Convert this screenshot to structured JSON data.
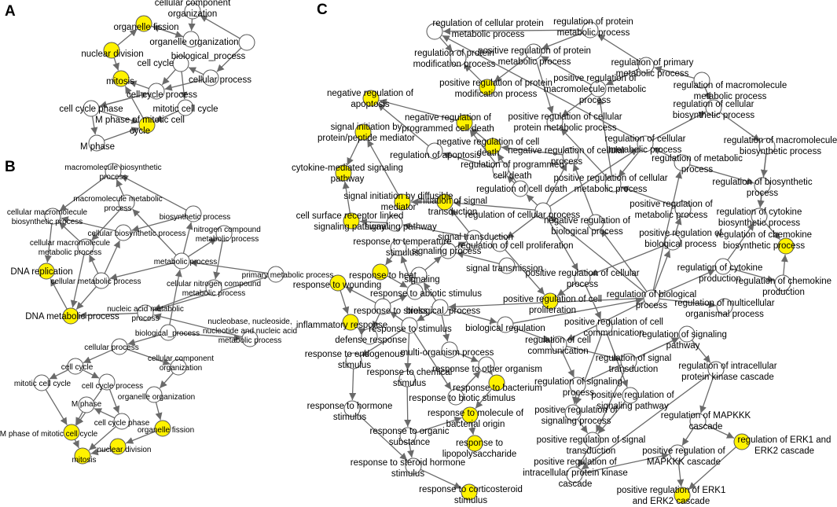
{
  "colors": {
    "highlight": "#FFF200",
    "plain": "#FFFFFF",
    "edge": "#6A6A6A"
  },
  "panels": [
    {
      "letter": "A",
      "nodes": [
        {
          "id": "a1",
          "label": [
            "organelle fission"
          ],
          "hl": true
        },
        {
          "id": "a2",
          "label": [
            "cellular component",
            "organization"
          ],
          "hl": false
        },
        {
          "id": "a3",
          "label": [
            "organelle organization"
          ],
          "hl": false
        },
        {
          "id": "a4",
          "label": [
            "nuclear division"
          ],
          "hl": true
        },
        {
          "id": "a5",
          "label": [
            "biological_process"
          ],
          "hl": false
        },
        {
          "id": "a6",
          "label": [
            "cell cycle"
          ],
          "hl": false
        },
        {
          "id": "a7",
          "label": [
            "mitosis"
          ],
          "hl": true
        },
        {
          "id": "a8",
          "label": [
            "cellular process"
          ],
          "hl": false
        },
        {
          "id": "a9",
          "label": [
            "cell cycle process"
          ],
          "hl": false
        },
        {
          "id": "a10",
          "label": [
            "cell cycle phase"
          ],
          "hl": false
        },
        {
          "id": "a11",
          "label": [
            "mitotic cell cycle"
          ],
          "hl": false
        },
        {
          "id": "a12",
          "label": [
            "M phase of mitotic cell",
            "cycle"
          ],
          "hl": true
        },
        {
          "id": "a13",
          "label": [
            "M phase"
          ],
          "hl": false
        }
      ]
    },
    {
      "letter": "B",
      "nodes": [
        {
          "id": "b1",
          "label": [
            "macromolecule biosynthetic",
            "process"
          ],
          "hl": false
        },
        {
          "id": "b2",
          "label": [
            "macromolecule metabolic",
            "process"
          ],
          "hl": false
        },
        {
          "id": "b3",
          "label": [
            "cellular macromolecule",
            "biosynthetic process"
          ],
          "hl": false
        },
        {
          "id": "b4",
          "label": [
            "biosynthetic process"
          ],
          "hl": false
        },
        {
          "id": "b5",
          "label": [
            "cellular biosynthetic process"
          ],
          "hl": false
        },
        {
          "id": "b6",
          "label": [
            "nitrogen compound",
            "metabolic process"
          ],
          "hl": false
        },
        {
          "id": "b7",
          "label": [
            "cellular macromolecule",
            "metabolic process"
          ],
          "hl": false
        },
        {
          "id": "b8",
          "label": [
            "metabolic process"
          ],
          "hl": false
        },
        {
          "id": "b9",
          "label": [
            "DNA replication"
          ],
          "hl": true
        },
        {
          "id": "b10",
          "label": [
            "primary metabolic  process"
          ],
          "hl": false
        },
        {
          "id": "b11",
          "label": [
            "cellular metabolic process"
          ],
          "hl": false
        },
        {
          "id": "b12",
          "label": [
            "cellular nitrogen compound",
            "metabolic process"
          ],
          "hl": false
        },
        {
          "id": "b13",
          "label": [
            "DNA metabolic process"
          ],
          "hl": true
        },
        {
          "id": "b14",
          "label": [
            "nucleic acid metabolic",
            "process"
          ],
          "hl": false
        },
        {
          "id": "b15",
          "label": [
            "biological_process"
          ],
          "hl": false
        },
        {
          "id": "b16",
          "label": [
            "nucleobase, nucleoside,",
            "nucleotide and nucleic acid",
            "metabolic process"
          ],
          "hl": false
        },
        {
          "id": "b17",
          "label": [
            "cellular process"
          ],
          "hl": false
        },
        {
          "id": "b18",
          "label": [
            "cell cycle"
          ],
          "hl": false
        },
        {
          "id": "b19",
          "label": [
            "cellular component",
            "organization"
          ],
          "hl": false
        },
        {
          "id": "b20",
          "label": [
            "mitotic cell cycle"
          ],
          "hl": false
        },
        {
          "id": "b21",
          "label": [
            "cell cycle process"
          ],
          "hl": false
        },
        {
          "id": "b22",
          "label": [
            "organelle organization"
          ],
          "hl": false
        },
        {
          "id": "b23",
          "label": [
            "M phase"
          ],
          "hl": false
        },
        {
          "id": "b24",
          "label": [
            "cell cycle phase"
          ],
          "hl": false
        },
        {
          "id": "b25",
          "label": [
            "organelle fission"
          ],
          "hl": true
        },
        {
          "id": "b26",
          "label": [
            "M phase of mitotic cell cycle"
          ],
          "hl": true
        },
        {
          "id": "b27",
          "label": [
            "nuclear division"
          ],
          "hl": true
        },
        {
          "id": "b28",
          "label": [
            "mitosis"
          ],
          "hl": true
        }
      ]
    },
    {
      "letter": "C",
      "nodes": [
        {
          "id": "c1",
          "label": [
            "regulation of cellular protein",
            "metabolic process"
          ],
          "hl": false
        },
        {
          "id": "c2",
          "label": [
            "regulation of protein",
            "metabolic process"
          ],
          "hl": false
        },
        {
          "id": "c3",
          "label": [
            "regulation of protein",
            "modification process"
          ],
          "hl": false
        },
        {
          "id": "c4",
          "label": [
            "positive regulation of protein",
            "metabolic process"
          ],
          "hl": false
        },
        {
          "id": "c5",
          "label": [
            "regulation of primary",
            "metabolic process"
          ],
          "hl": false
        },
        {
          "id": "c6",
          "label": [
            "positive regulation of protein",
            "modification process"
          ],
          "hl": true
        },
        {
          "id": "c7",
          "label": [
            "positive regulation of",
            "macromolecule metabolic",
            "process"
          ],
          "hl": false
        },
        {
          "id": "c8",
          "label": [
            "regulation of macromolecule",
            "metabolic process"
          ],
          "hl": false
        },
        {
          "id": "c9",
          "label": [
            "negative regulation of",
            "apoptosis"
          ],
          "hl": true
        },
        {
          "id": "c10",
          "label": [
            "regulation of cellular",
            "biosynthetic process"
          ],
          "hl": false
        },
        {
          "id": "c11",
          "label": [
            "negative regulation of",
            "programmed cell death"
          ],
          "hl": true
        },
        {
          "id": "c12",
          "label": [
            "positive regulation of cellular",
            "protein metabolic process"
          ],
          "hl": false
        },
        {
          "id": "c13",
          "label": [
            "signal initiation by",
            "protein/peptide mediator"
          ],
          "hl": true
        },
        {
          "id": "c14",
          "label": [
            "negative regulation of cell",
            "death"
          ],
          "hl": true
        },
        {
          "id": "c15",
          "label": [
            "negative regulation of cellular",
            "process"
          ],
          "hl": false
        },
        {
          "id": "c16",
          "label": [
            "regulation of cellular",
            "metabolic process"
          ],
          "hl": false
        },
        {
          "id": "c17",
          "label": [
            "regulation of macromolecule",
            "biosynthetic process"
          ],
          "hl": false
        },
        {
          "id": "c18",
          "label": [
            "regulation of apoptosis"
          ],
          "hl": false
        },
        {
          "id": "c19",
          "label": [
            "cytokine-mediated signaling",
            "pathway"
          ],
          "hl": true
        },
        {
          "id": "c20",
          "label": [
            "regulation of programmed",
            "cell death"
          ],
          "hl": false
        },
        {
          "id": "c21",
          "label": [
            "regulation of metabolic",
            "process"
          ],
          "hl": false
        },
        {
          "id": "c22",
          "label": [
            "regulation of cell death"
          ],
          "hl": false
        },
        {
          "id": "c23",
          "label": [
            "positive regulation of cellular",
            "metabolic process"
          ],
          "hl": false
        },
        {
          "id": "c24",
          "label": [
            "regulation of biosynthetic",
            "process"
          ],
          "hl": false
        },
        {
          "id": "c25",
          "label": [
            "signal initiation by diffusible",
            "mediator"
          ],
          "hl": true
        },
        {
          "id": "c26",
          "label": [
            "initiation of signal",
            "transduction"
          ],
          "hl": true
        },
        {
          "id": "c27",
          "label": [
            "regulation of cellular process"
          ],
          "hl": false
        },
        {
          "id": "c28",
          "label": [
            "positive regulation of",
            "metabolic process"
          ],
          "hl": false
        },
        {
          "id": "c29",
          "label": [
            "regulation of cytokine",
            "biosynthetic process"
          ],
          "hl": false
        },
        {
          "id": "c30",
          "label": [
            "cell surface receptor linked",
            "signaling pathway"
          ],
          "hl": true
        },
        {
          "id": "c31",
          "label": [
            "signaling pathway"
          ],
          "hl": false
        },
        {
          "id": "c32",
          "label": [
            "negative regulation of",
            "biological process"
          ],
          "hl": false
        },
        {
          "id": "c33",
          "label": [
            "positive regulation of",
            "biological process"
          ],
          "hl": false
        },
        {
          "id": "c34",
          "label": [
            "regulation of chemokine",
            "biosynthetic process"
          ],
          "hl": true
        },
        {
          "id": "c35",
          "label": [
            "response to temperature",
            "stimulus"
          ],
          "hl": false
        },
        {
          "id": "c36",
          "label": [
            "signal transduction"
          ],
          "hl": false
        },
        {
          "id": "c37",
          "label": [
            "regulation of cell proliferation"
          ],
          "hl": false
        },
        {
          "id": "c38",
          "label": [
            "signaling process"
          ],
          "hl": false
        },
        {
          "id": "c39",
          "label": [
            "regulation of cytokine",
            "production"
          ],
          "hl": false
        },
        {
          "id": "c40",
          "label": [
            "response to heat"
          ],
          "hl": true
        },
        {
          "id": "c41",
          "label": [
            "signaling"
          ],
          "hl": false
        },
        {
          "id": "c42",
          "label": [
            "signal transmission"
          ],
          "hl": false
        },
        {
          "id": "c43",
          "label": [
            "positive regulation of cellular",
            "process"
          ],
          "hl": false
        },
        {
          "id": "c44",
          "label": [
            "regulation of chemokine",
            "production"
          ],
          "hl": false
        },
        {
          "id": "c45",
          "label": [
            "response to wounding"
          ],
          "hl": true
        },
        {
          "id": "c46",
          "label": [
            "response to abiotic stimulus"
          ],
          "hl": false
        },
        {
          "id": "c47",
          "label": [
            "regulation of biological",
            "process"
          ],
          "hl": false
        },
        {
          "id": "c48",
          "label": [
            "response to stress"
          ],
          "hl": false
        },
        {
          "id": "c49",
          "label": [
            "biological_process"
          ],
          "hl": false
        },
        {
          "id": "c50",
          "label": [
            "positive regulation of cell",
            "proliferation"
          ],
          "hl": true
        },
        {
          "id": "c51",
          "label": [
            "regulation of multicellular",
            "organismal process"
          ],
          "hl": false
        },
        {
          "id": "c52",
          "label": [
            "inflammatory response"
          ],
          "hl": true
        },
        {
          "id": "c53",
          "label": [
            "response to stimulus"
          ],
          "hl": false
        },
        {
          "id": "c54",
          "label": [
            "biological regulation"
          ],
          "hl": false
        },
        {
          "id": "c55",
          "label": [
            "positive regulation of cell",
            "communication"
          ],
          "hl": false
        },
        {
          "id": "c56",
          "label": [
            "defense response"
          ],
          "hl": false
        },
        {
          "id": "c57",
          "label": [
            "regulation of cell",
            "communication"
          ],
          "hl": false
        },
        {
          "id": "c58",
          "label": [
            "regulation of signaling",
            "pathway"
          ],
          "hl": false
        },
        {
          "id": "c59",
          "label": [
            "multi-organism process"
          ],
          "hl": false
        },
        {
          "id": "c60",
          "label": [
            "response to endogenous",
            "stimulus"
          ],
          "hl": false
        },
        {
          "id": "c61",
          "label": [
            "regulation of signal",
            "transduction"
          ],
          "hl": false
        },
        {
          "id": "c62",
          "label": [
            "regulation of intracellular",
            "protein kinase cascade"
          ],
          "hl": false
        },
        {
          "id": "c63",
          "label": [
            "response to other organism"
          ],
          "hl": false
        },
        {
          "id": "c64",
          "label": [
            "response to chemical",
            "stimulus"
          ],
          "hl": false
        },
        {
          "id": "c65",
          "label": [
            "regulation of signaling",
            "process"
          ],
          "hl": false
        },
        {
          "id": "c66",
          "label": [
            "response to bacterium"
          ],
          "hl": true
        },
        {
          "id": "c67",
          "label": [
            "response to biotic stimulus"
          ],
          "hl": false
        },
        {
          "id": "c68",
          "label": [
            "positive regulation of",
            "signaling pathway"
          ],
          "hl": false
        },
        {
          "id": "c69",
          "label": [
            "response to hormone",
            "stimulus"
          ],
          "hl": false
        },
        {
          "id": "c70",
          "label": [
            "response to molecule of",
            "bacterial origin"
          ],
          "hl": true
        },
        {
          "id": "c71",
          "label": [
            "positive regulation of",
            "signaling process"
          ],
          "hl": false
        },
        {
          "id": "c72",
          "label": [
            "regulation of MAPKKK",
            "cascade"
          ],
          "hl": false
        },
        {
          "id": "c73",
          "label": [
            "response to organic",
            "substance"
          ],
          "hl": false
        },
        {
          "id": "c74",
          "label": [
            "positive regulation of signal",
            "transduction"
          ],
          "hl": false
        },
        {
          "id": "c75",
          "label": [
            "regulation of ERK1 and",
            "ERK2 cascade"
          ],
          "hl": true
        },
        {
          "id": "c76",
          "label": [
            "response to",
            "lipopolysaccharide"
          ],
          "hl": true
        },
        {
          "id": "c77",
          "label": [
            "positive regulation of",
            "MAPKKK cascade"
          ],
          "hl": false
        },
        {
          "id": "c78",
          "label": [
            "response to steroid hormone",
            "stimulus"
          ],
          "hl": false
        },
        {
          "id": "c79",
          "label": [
            "positive regulation of",
            "intracellular protein kinase",
            "cascade"
          ],
          "hl": false
        },
        {
          "id": "c80",
          "label": [
            "response to corticosteroid",
            "stimulus"
          ],
          "hl": true
        },
        {
          "id": "c81",
          "label": [
            "positive regulation of ERK1",
            "and ERK2 cascade"
          ],
          "hl": true
        }
      ]
    }
  ]
}
